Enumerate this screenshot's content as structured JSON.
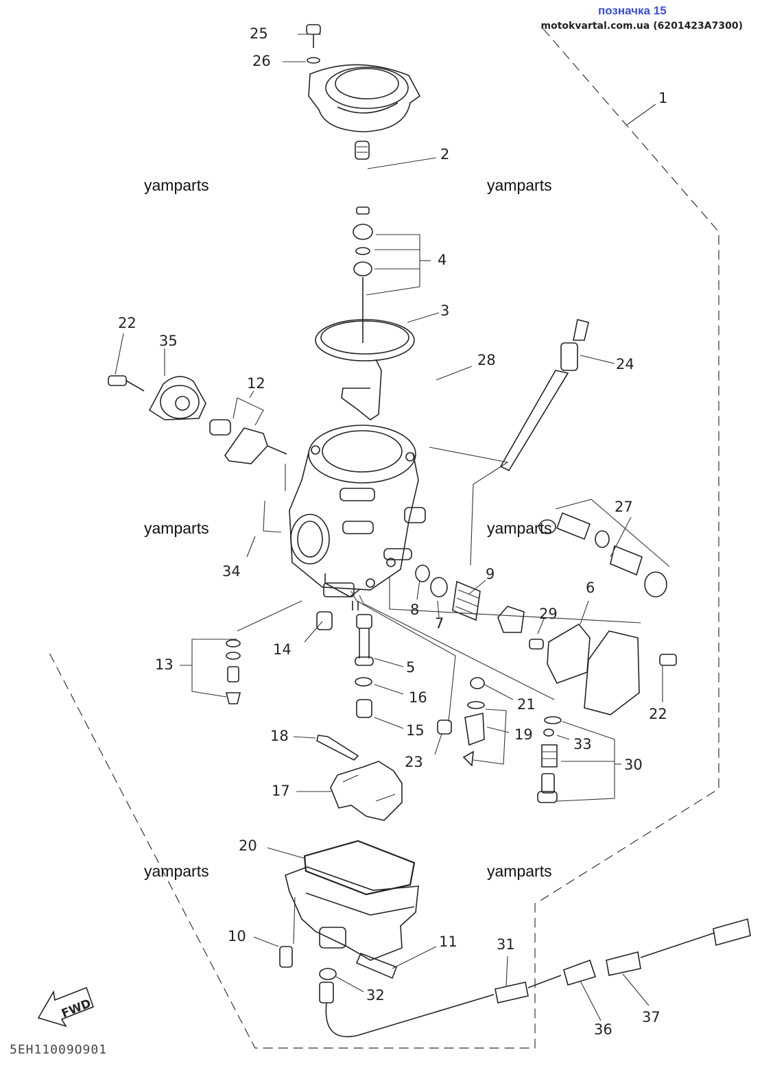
{
  "header": {
    "label": "позначка 15",
    "site": "motokvartal.com.ua (6201423A7300)"
  },
  "watermark": "yamparts",
  "drawing_code": "5EH11009O901",
  "fwd_label": "FWD",
  "callouts": [
    "1",
    "2",
    "3",
    "4",
    "5",
    "6",
    "7",
    "8",
    "9",
    "10",
    "11",
    "12",
    "13",
    "14",
    "15",
    "16",
    "17",
    "18",
    "19",
    "20",
    "21",
    "22",
    "22",
    "23",
    "24",
    "25",
    "26",
    "27",
    "28",
    "29",
    "30",
    "31",
    "32",
    "33",
    "34",
    "35",
    "36",
    "37"
  ]
}
